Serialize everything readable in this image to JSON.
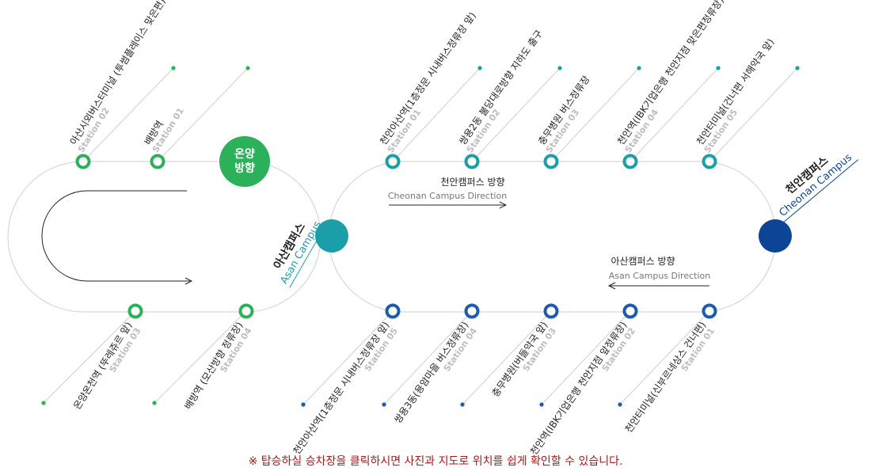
{
  "colors": {
    "green": "#2bb15a",
    "teal": "#1a9fa8",
    "blue": "#1e5aad",
    "navy": "#0d4596",
    "route_line": "#cfcfcf",
    "footnote": "#a01a1a"
  },
  "hubs": {
    "onyang": {
      "lines": [
        "온양",
        "방향"
      ]
    },
    "asan": {
      "ko": "아산캠퍼스",
      "en": "Asan Campus"
    },
    "cheonan": {
      "ko": "천안캠퍼스",
      "en": "Cheonan Campus"
    }
  },
  "directions": {
    "to_cheonan": {
      "ko": "천안캠퍼스 방향",
      "en": "Cheonan Campus Direction"
    },
    "to_asan": {
      "ko": "아산캠퍼스 방향",
      "en": "Asan Campus Direction"
    }
  },
  "asan_top_stops": [
    {
      "name": "아산시외버스터미널 (투썸플레이스 맞은편)",
      "station": "Station 02"
    },
    {
      "name": "배방역",
      "station": "Station 01"
    }
  ],
  "asan_bottom_stops": [
    {
      "name": "온양온천역 (뚜레쥬르 앞)",
      "station": "Station 03"
    },
    {
      "name": "배방역 (모산방향 정류장)",
      "station": "Station 04"
    }
  ],
  "cheonan_top_stops": [
    {
      "name": "천안아산역(1층정문 시내버스정류장 앞)",
      "station": "Station 01"
    },
    {
      "name": "쌍용2동 불당대로방향 지하도 출구",
      "station": "Station 02"
    },
    {
      "name": "충무병원 버스정류장",
      "station": "Station 03"
    },
    {
      "name": "천안역(IBK기업은행 천안지점 맞은편정류장)",
      "station": "Station 04"
    },
    {
      "name": "천안터미널(건너편 서해약국 앞)",
      "station": "Station 05"
    }
  ],
  "cheonan_bottom_stops": [
    {
      "name": "천안아산역(1층정문 시내버스정류장 앞)",
      "station": "Station 05"
    },
    {
      "name": "쌍용3동(용암마을 버스정류장)",
      "station": "Station 04"
    },
    {
      "name": "충무병원(버들약국 앞)",
      "station": "Station 03"
    },
    {
      "name": "천안역(IBK기업은행 천안지점 앞정류장)",
      "station": "Station 02"
    },
    {
      "name": "천안터미널(신부르네상스 건너편)",
      "station": "Station 01"
    }
  ],
  "footnote": "※ 탑승하실 승차장을 클릭하시면 사진과 지도로 위치를 쉽게 확인할 수 있습니다."
}
